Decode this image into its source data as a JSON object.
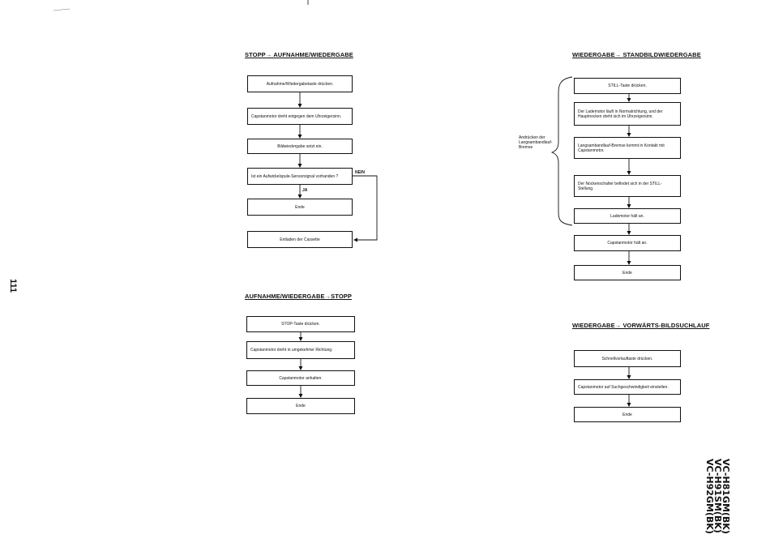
{
  "page_number": "111",
  "models": [
    "VC-H81GM(BK)",
    "VC-H91SM(BK)",
    "VC-H92GM(BK)"
  ],
  "section1": {
    "title": "STOPP→ AUFNAHME/WIEDERGABE",
    "steps": [
      "Aufnahme/Wiedergabetaste drücken.",
      "Capstanmotor dreht entgegen dem Uhrzeigersinn.",
      "Bildwiedergabe setzt ein.",
      "Ist ein Aufwickelspule-Sensorsignal vorhanden ?",
      "Ende",
      "Entladen der Cassette"
    ],
    "yes": "JA",
    "no": "NEIN"
  },
  "section2": {
    "title": "AUFNAHME/WIEDERGABE→STOPP",
    "steps": [
      "STOP-Taste drücken.",
      "Capstanmotor dreht in umgekehrter Richtung.",
      "Capstanmotor anhalten.",
      "Ende"
    ]
  },
  "section3": {
    "title": "WIEDERGABE→ STANDBILDWIEDERGABE",
    "brace_label": "Andrücken der Langsambandlauf-Bremse",
    "steps": [
      "STILL-Taste drücken.",
      "Der Lademotor läuft in Normalrichtung, und der Hauptnocken dreht sich im Uhrzeigersinn.",
      "Langsambandlauf-Bremse kommt in Kontakt mit Capstanmotor.",
      "Der Nockenschalter befindet sich in der STILL-Stellung.",
      "Lademotor hält an.",
      "Capstanmotor hält an.",
      "Ende"
    ]
  },
  "section4": {
    "title": "WIEDERGABE→ VORWÄRTS-BILDSUCHLAUF",
    "steps": [
      "Schnellvorlauftaste drücken.",
      "Capstanmotor auf Suchgeschwindigkeit einstellen.",
      "Ende"
    ]
  }
}
